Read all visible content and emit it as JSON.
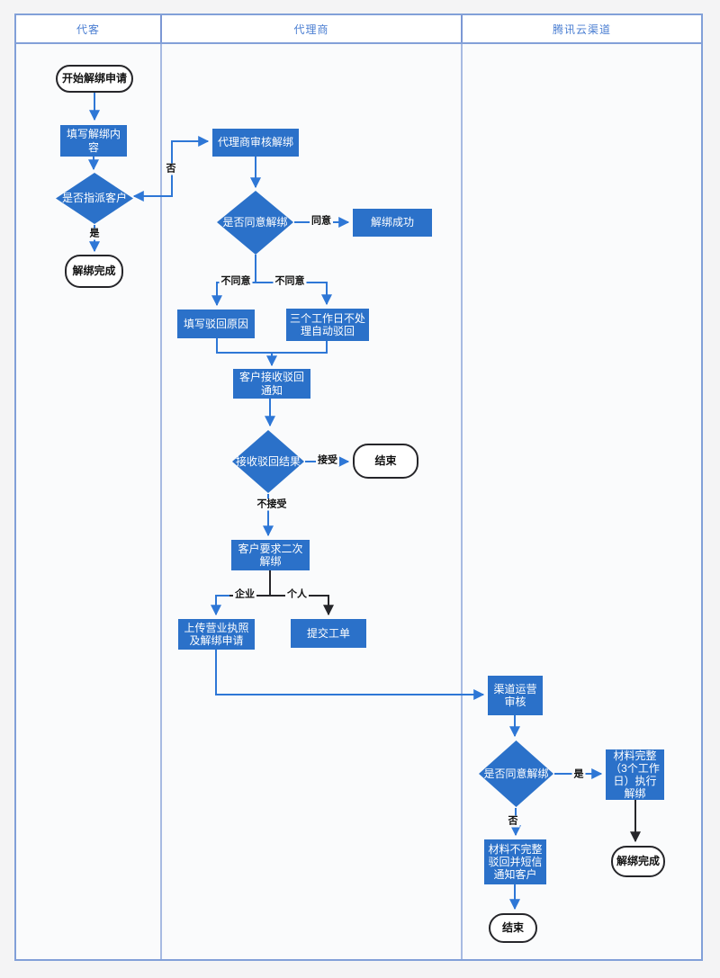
{
  "diagram": {
    "title_hint": "swimlane-flowchart",
    "lanes": [
      {
        "title": "代客"
      },
      {
        "title": "代理商"
      },
      {
        "title": "腾讯云渠道"
      }
    ],
    "nodes": {
      "start": {
        "label": "开始解绑申请",
        "type": "terminal"
      },
      "fill_content": {
        "label": "填写解绑内\n容",
        "type": "process"
      },
      "assign_decision": {
        "label": "是否指派客户",
        "type": "decision"
      },
      "unbind_done_1": {
        "label": "解绑完成",
        "type": "terminal"
      },
      "agent_review": {
        "label": "代理商审核解绑",
        "type": "process"
      },
      "agent_agree_decision": {
        "label": "是否同意解绑",
        "type": "decision"
      },
      "unbind_success": {
        "label": "解绑成功",
        "type": "process"
      },
      "fill_reject_reason": {
        "label": "填写驳回原因",
        "type": "process"
      },
      "auto_reject": {
        "label": "三个工作日不处\n理自动驳回",
        "type": "process"
      },
      "receive_reject_notice": {
        "label": "客户接收驳回\n通知",
        "type": "process"
      },
      "receive_reject_result": {
        "label": "接收驳回结果",
        "type": "decision"
      },
      "end_1": {
        "label": "结束",
        "type": "terminal"
      },
      "second_unbind": {
        "label": "客户要求二次\n解绑",
        "type": "process"
      },
      "upload_license": {
        "label": "上传营业执照\n及解绑申请",
        "type": "process"
      },
      "submit_ticket": {
        "label": "提交工单",
        "type": "process"
      },
      "channel_review": {
        "label": "渠道运营\n审核",
        "type": "process"
      },
      "channel_agree_decision": {
        "label": "是否同意解绑",
        "type": "decision"
      },
      "material_complete": {
        "label": "材料完整\n（3个工作\n日）执行\n解绑",
        "type": "process"
      },
      "material_incomplete": {
        "label": "材料不完整\n驳回并短信\n通知客户",
        "type": "process"
      },
      "end_2": {
        "label": "结束",
        "type": "terminal"
      },
      "unbind_done_2": {
        "label": "解绑完成",
        "type": "terminal"
      }
    },
    "edge_labels": {
      "no1": "否",
      "yes1": "是",
      "agree": "同意",
      "disagree_left": "不同意",
      "disagree_right": "不同意",
      "accept": "接受",
      "reject": "不接受",
      "company": "企业",
      "personal": "个人",
      "yes2": "是",
      "no2": "否"
    }
  },
  "theme": {
    "shape_fill": "#2b71c9",
    "line_blue": "#2e77d6",
    "line_dark": "#26262a",
    "frame_border": "#82a0d8",
    "divider": "#7b97d4",
    "header_text": "#4a7ed2",
    "page_bg": "#f4f4f5",
    "lane_bg": "#fafbfc",
    "terminal_border": "#26262a"
  }
}
